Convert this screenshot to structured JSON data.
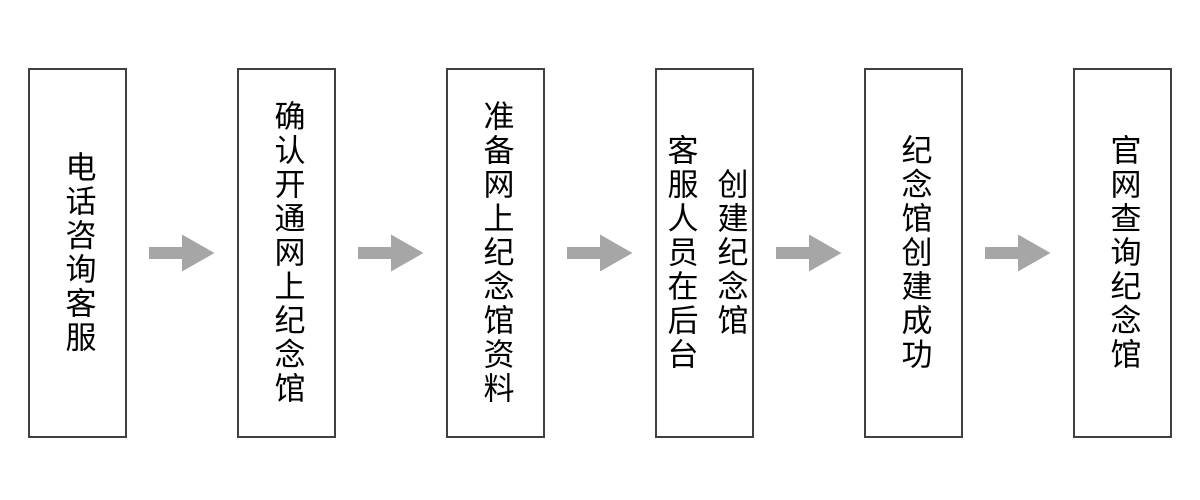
{
  "flow": {
    "boxes": [
      {
        "text": "电话咨询客服"
      },
      {
        "text": "确认开通网上纪念馆"
      },
      {
        "text": "准备网上纪念馆资料"
      },
      {
        "text": "客服人员在后台\n创建纪念馆"
      },
      {
        "text": "纪念馆创建成功"
      },
      {
        "text": "官网查询纪念馆"
      }
    ]
  },
  "colors": {
    "background": "#ffffff",
    "box_border": "#404040",
    "box_fill": "#ffffff",
    "text": "#000000",
    "arrow": "#a6a6a6"
  }
}
